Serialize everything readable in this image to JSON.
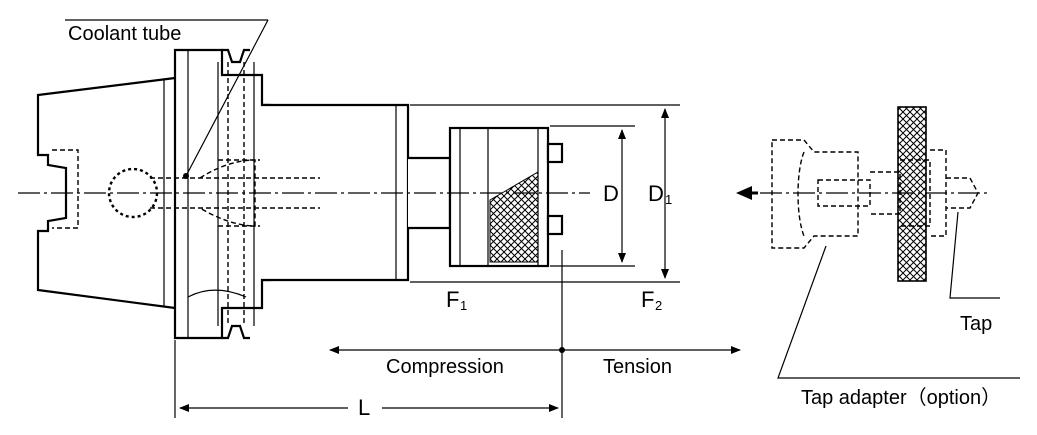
{
  "labels": {
    "coolant_tube": "Coolant tube",
    "d": "D",
    "d1_main": "D",
    "d1_sub": "1",
    "f1_main": "F",
    "f1_sub": "1",
    "f2_main": "F",
    "f2_sub": "2",
    "compression": "Compression",
    "tension": "Tension",
    "length": "L",
    "tap": "Tap",
    "tap_adapter": "Tap adapter（option）"
  }
}
